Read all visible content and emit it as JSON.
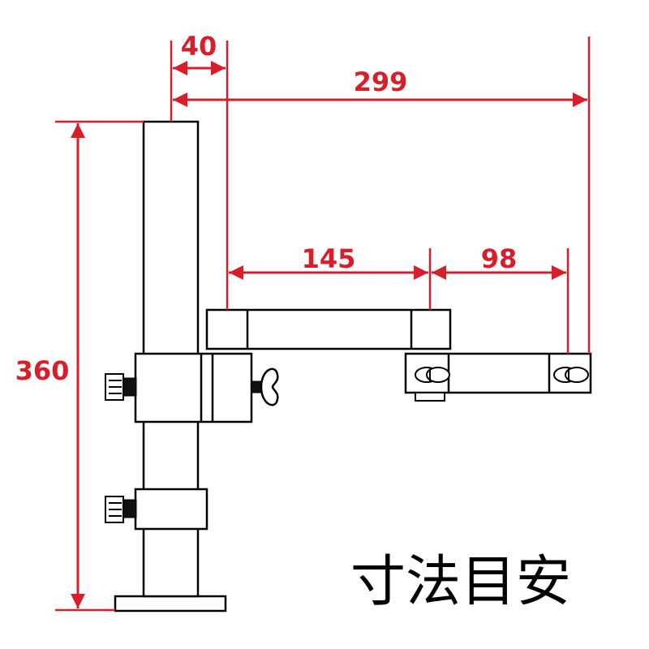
{
  "dimensions": {
    "offset": "40",
    "reach": "299",
    "inner_arm": "145",
    "outer_arm": "98",
    "height": "360"
  },
  "title": "寸法目安",
  "colors": {
    "dimension": "#d81e2a",
    "outline": "#000000"
  }
}
